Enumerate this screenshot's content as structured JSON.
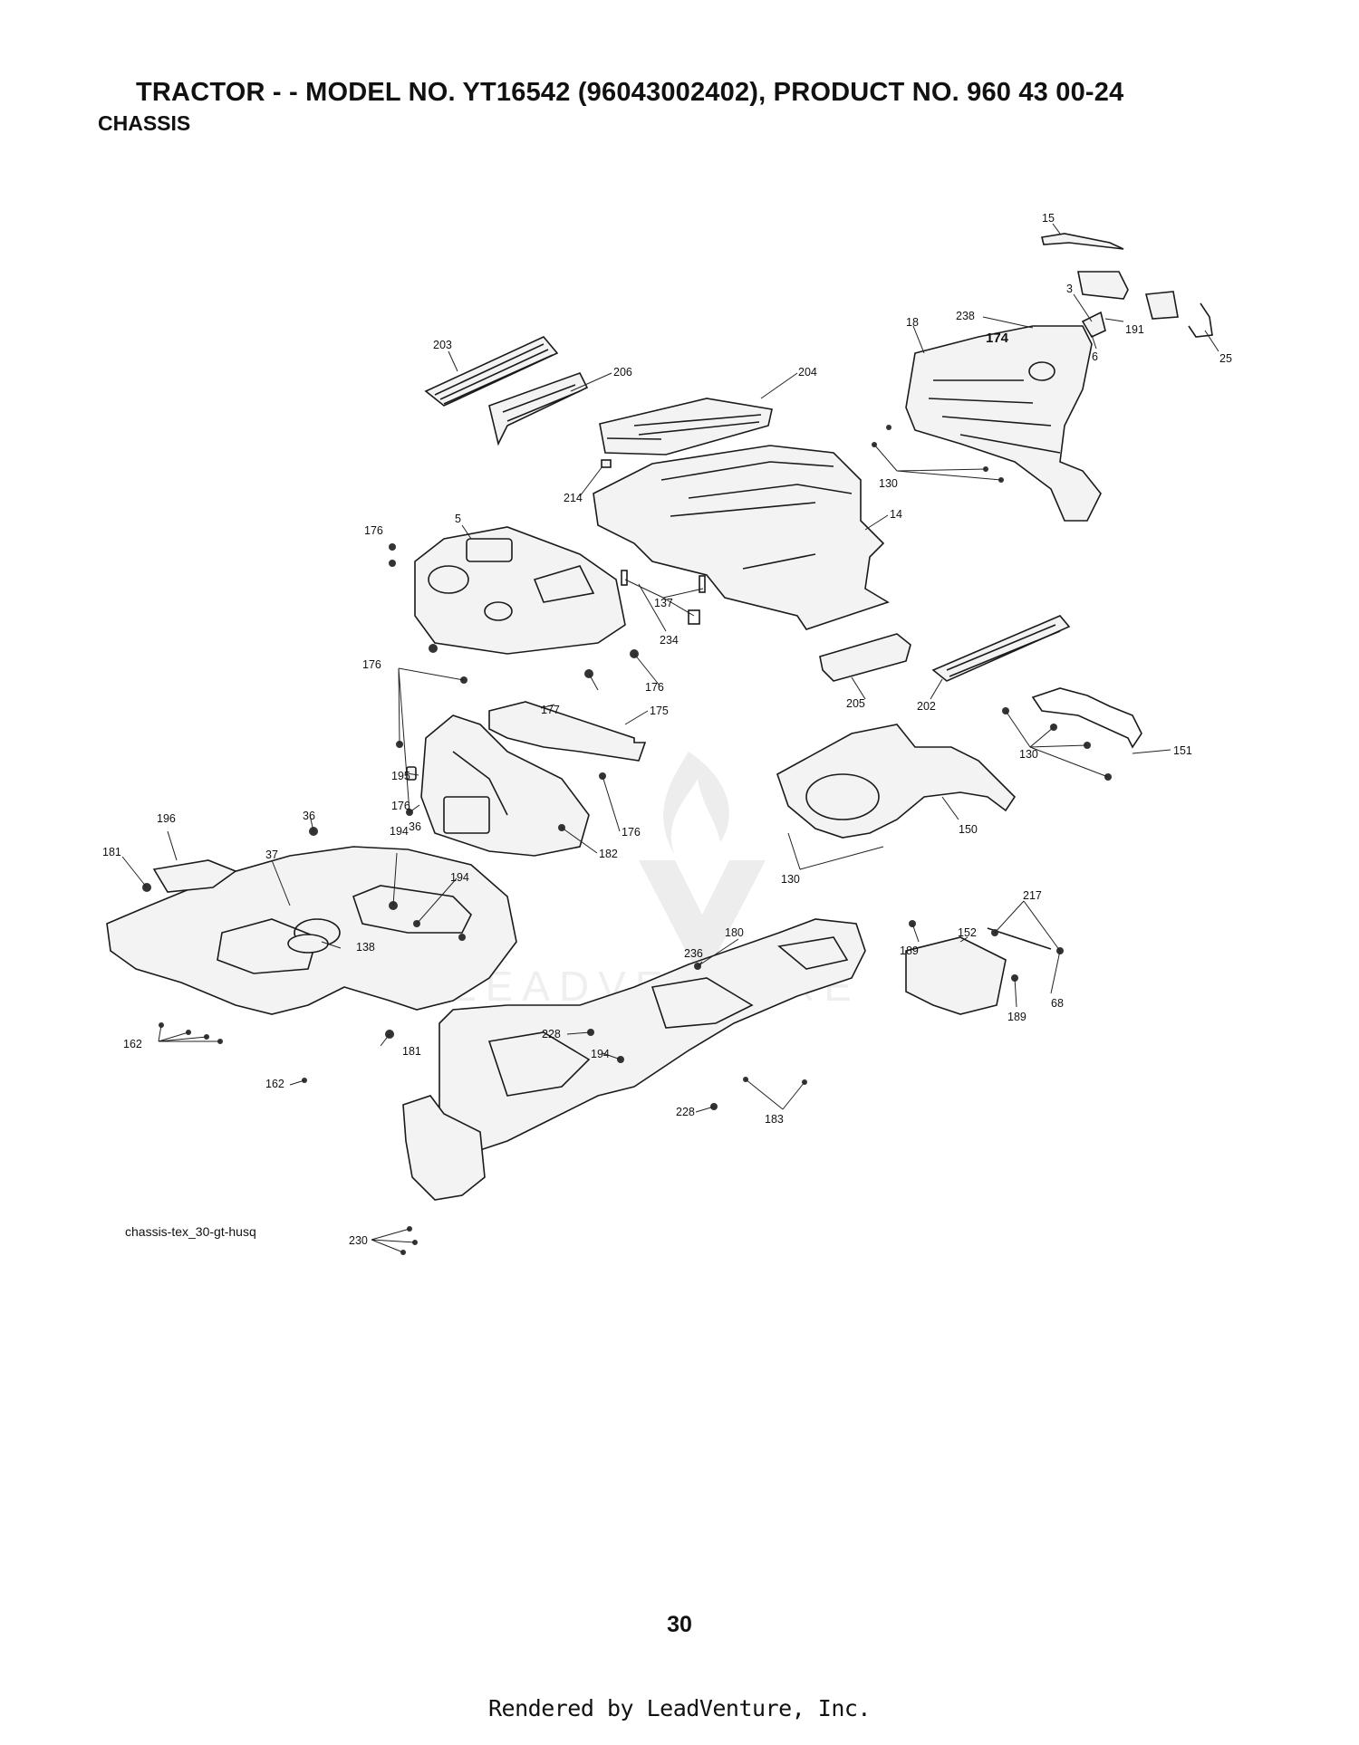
{
  "header": {
    "title": "TRACTOR - - MODEL NO. YT16542 (96043002402), PRODUCT NO. 960 43 00-24",
    "section": "CHASSIS"
  },
  "diagram": {
    "file_id": "chassis-tex_30-gt-husq",
    "watermark": "LEADVENTURE",
    "callouts": [
      "15",
      "3",
      "191",
      "25",
      "6",
      "238",
      "18",
      "174",
      "130",
      "203",
      "206",
      "204",
      "214",
      "14",
      "176",
      "5",
      "137",
      "234",
      "205",
      "202",
      "177",
      "175",
      "151",
      "195",
      "182",
      "150",
      "36",
      "194",
      "196",
      "181",
      "37",
      "138",
      "217",
      "152",
      "189",
      "68",
      "180",
      "236",
      "228",
      "162",
      "183",
      "230"
    ]
  },
  "page_number": "30",
  "footer": "Rendered by LeadVenture, Inc."
}
